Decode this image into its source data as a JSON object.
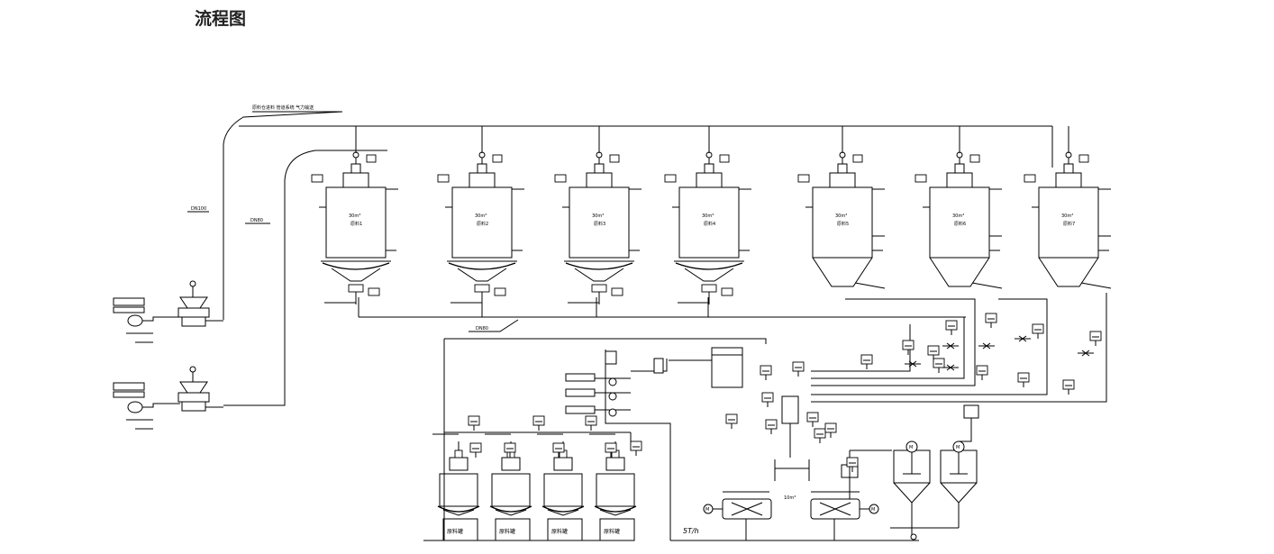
{
  "page": {
    "title": "流程图"
  },
  "pipe_labels": {
    "header_note": "原料仓进料 管道系统 气力输送",
    "dn100": "DN100",
    "dn80_left": "DN80",
    "dn80_mid": "DN80",
    "flow_rate": "5T/h"
  },
  "silos": [
    {
      "volume": "30m³",
      "name": "原料1"
    },
    {
      "volume": "30m³",
      "name": "原料2"
    },
    {
      "volume": "30m³",
      "name": "原料3"
    },
    {
      "volume": "30m³",
      "name": "原料4"
    },
    {
      "volume": "30m³",
      "name": "原料5"
    },
    {
      "volume": "30m³",
      "name": "原料6"
    },
    {
      "volume": "30m³",
      "name": "原料7"
    }
  ],
  "tanks_small": [
    "原料罐",
    "原料罐",
    "原料罐",
    "原料罐"
  ],
  "mixer_volume": "10m³",
  "motor_label": "M"
}
